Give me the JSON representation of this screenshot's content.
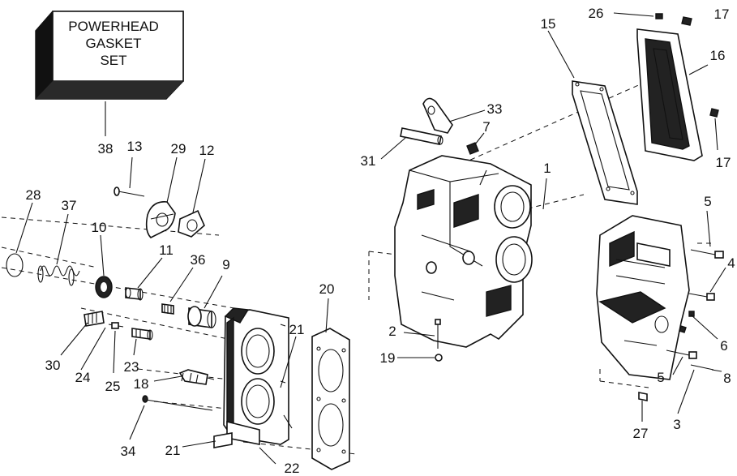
{
  "kit_box": {
    "lines": [
      "POWERHEAD",
      "GASKET",
      "SET"
    ]
  },
  "callouts": {
    "c1": "1",
    "c2": "2",
    "c3": "3",
    "c4": "4",
    "c5a": "5",
    "c5b": "5",
    "c6": "6",
    "c7": "7",
    "c8": "8",
    "c9": "9",
    "c10": "10",
    "c11": "11",
    "c12": "12",
    "c13": "13",
    "c15": "15",
    "c16": "16",
    "c17a": "17",
    "c17b": "17",
    "c18": "18",
    "c19": "19",
    "c20": "20",
    "c21a": "21",
    "c21b": "21",
    "c22": "22",
    "c23": "23",
    "c24": "24",
    "c25": "25",
    "c26": "26",
    "c27": "27",
    "c28": "28",
    "c29": "29",
    "c30": "30",
    "c31": "31",
    "c33": "33",
    "c34": "34",
    "c36": "36",
    "c37": "37",
    "c38": "38"
  }
}
